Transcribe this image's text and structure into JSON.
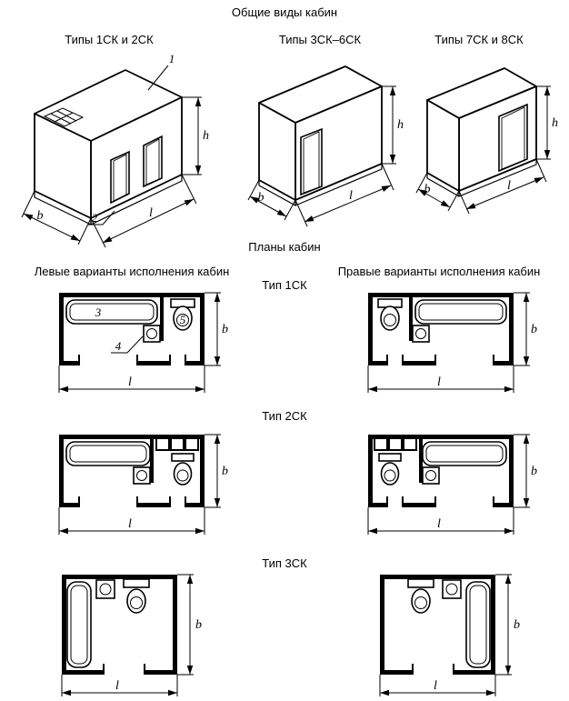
{
  "colors": {
    "ink": "#000000",
    "paper": "#ffffff"
  },
  "header": {
    "title": "Общие виды кабин"
  },
  "iso": {
    "captions": [
      "Типы 1СК и 2СК",
      "Типы 3СК–6СК",
      "Типы 7СК и 8СК"
    ],
    "callout_roof": "1",
    "callout_base": "2"
  },
  "plans": {
    "title": "Планы кабин",
    "left_header": "Левые варианты исполнения кабин",
    "right_header": "Правые варианты исполнения кабин",
    "types": [
      "Тип 1СК",
      "Тип 2СК",
      "Тип 3СК"
    ],
    "callout_bath": "3",
    "callout_sink": "4",
    "callout_toilet": "5"
  },
  "dims": {
    "b": "b",
    "l": "l",
    "h": "h"
  }
}
